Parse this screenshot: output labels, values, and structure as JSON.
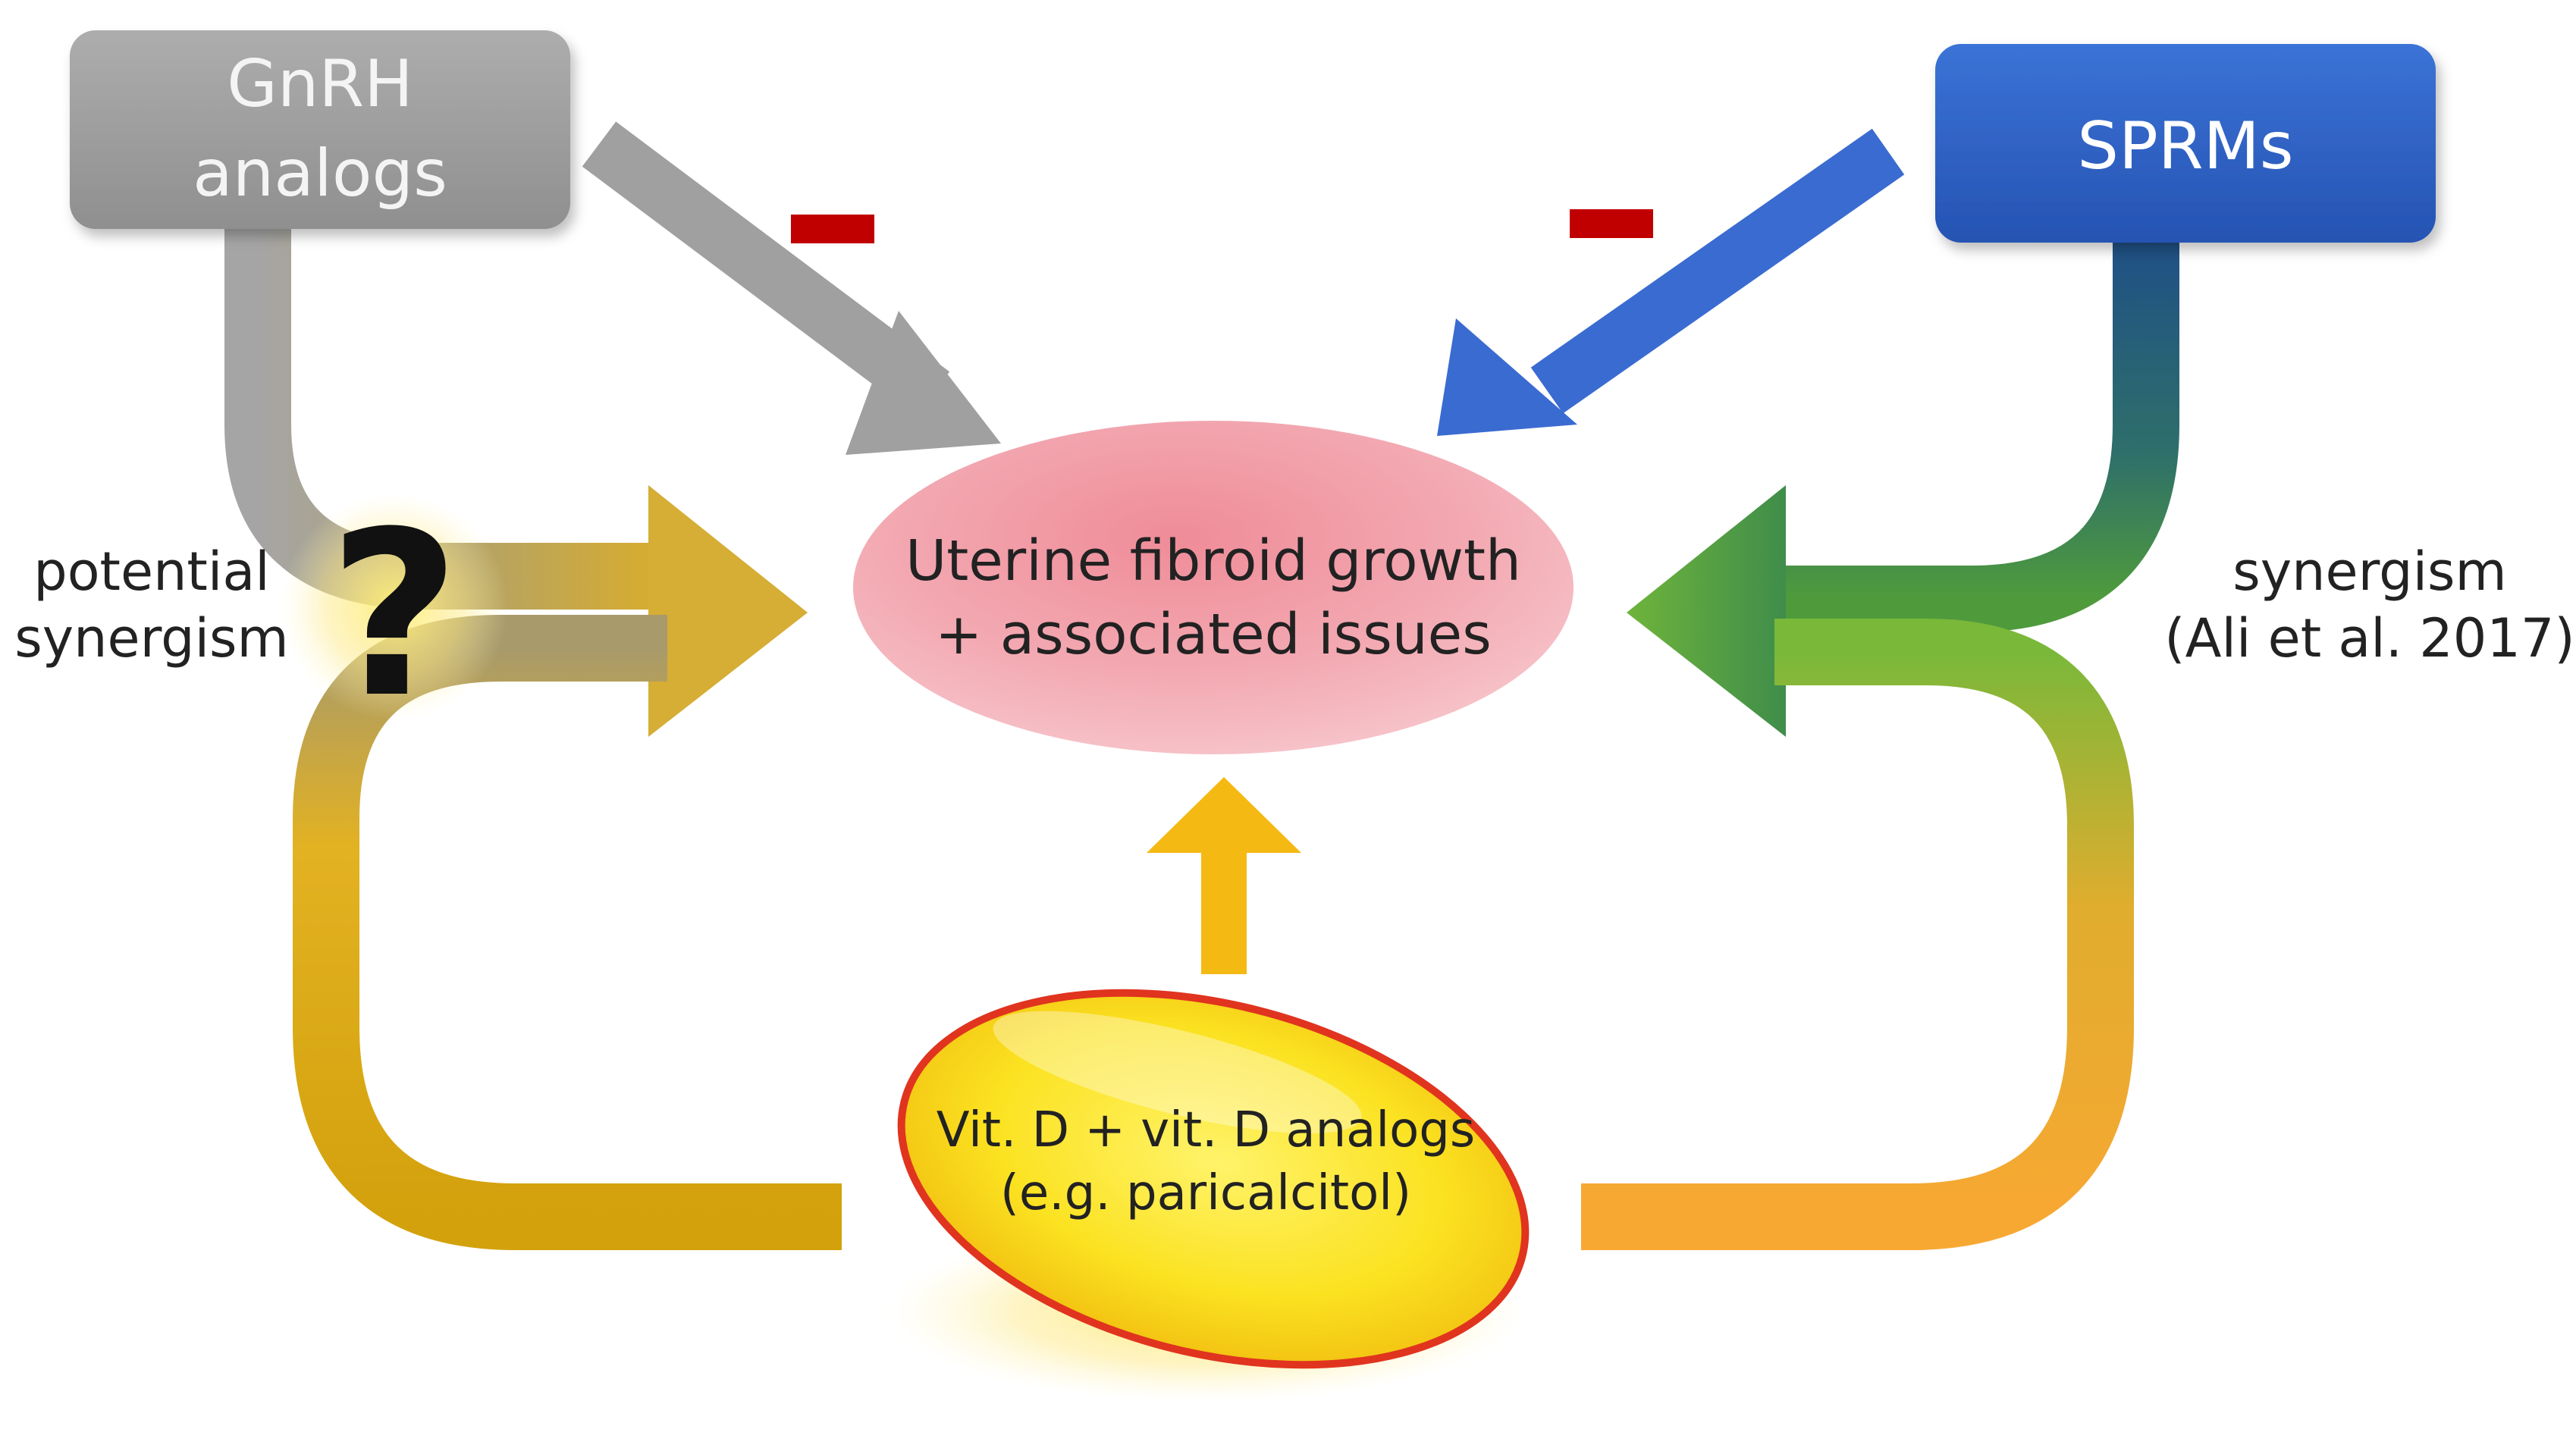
{
  "nodes": {
    "gnrh": {
      "line1": "GnRH",
      "line2": "analogs"
    },
    "sprms": {
      "label": "SPRMs"
    },
    "fibroid": {
      "line1": "Uterine fibroid growth",
      "line2": "+ associated issues"
    },
    "vitd": {
      "line1": "Vit. D + vit. D analogs",
      "line2": "(e.g. paricalcitol)"
    }
  },
  "annotations": {
    "left_label": {
      "line1": "potential",
      "line2": "synergism"
    },
    "right_label": {
      "line1": "synergism",
      "line2": "(Ali et al. 2017)"
    },
    "question_mark": "?"
  },
  "colors": {
    "gnrh_gray": "#9e9e9e",
    "sprms_blue": "#2e62c4",
    "vitd_yellow": "#f9d21e",
    "vitd_outline": "#e0341f",
    "fibroid_pink": "#f2a3ad",
    "inhibit_red": "#c00000",
    "green": "#5aa83a",
    "orange": "#f5a623"
  }
}
